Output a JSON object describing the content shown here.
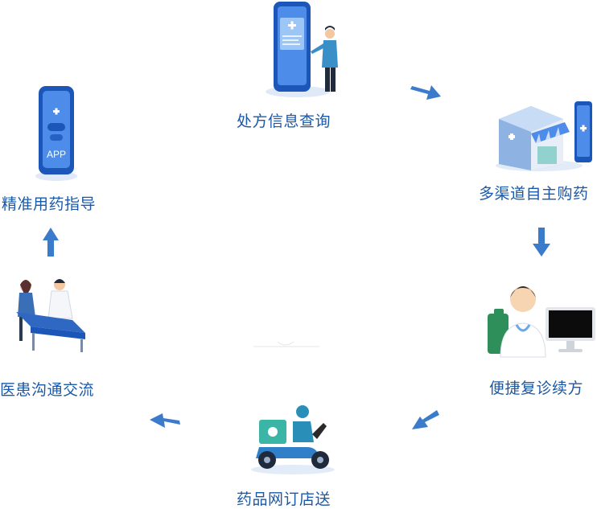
{
  "colors": {
    "label": "#1a58a8",
    "arrow": "#3a7bcc",
    "phone_dark": "#1c56b8",
    "phone_light": "#4d8ce8",
    "screen": "#7fb4f0",
    "accent_teal": "#3bb5a6"
  },
  "steps": [
    {
      "id": "prescription",
      "label": "处方信息查询",
      "icon": "phone-with-person-icon"
    },
    {
      "id": "purchase",
      "label": "多渠道自主购药",
      "icon": "pharmacy-store-icon"
    },
    {
      "id": "revisit",
      "label": "便捷复诊续方",
      "icon": "doctor-computer-icon"
    },
    {
      "id": "delivery",
      "label": "药品网订店送",
      "icon": "delivery-scooter-icon"
    },
    {
      "id": "communication",
      "label": "医患沟通交流",
      "icon": "doctor-patient-desk-icon"
    },
    {
      "id": "guidance",
      "label": "精准用药指导",
      "icon": "app-phone-icon"
    }
  ],
  "app_text": "APP"
}
